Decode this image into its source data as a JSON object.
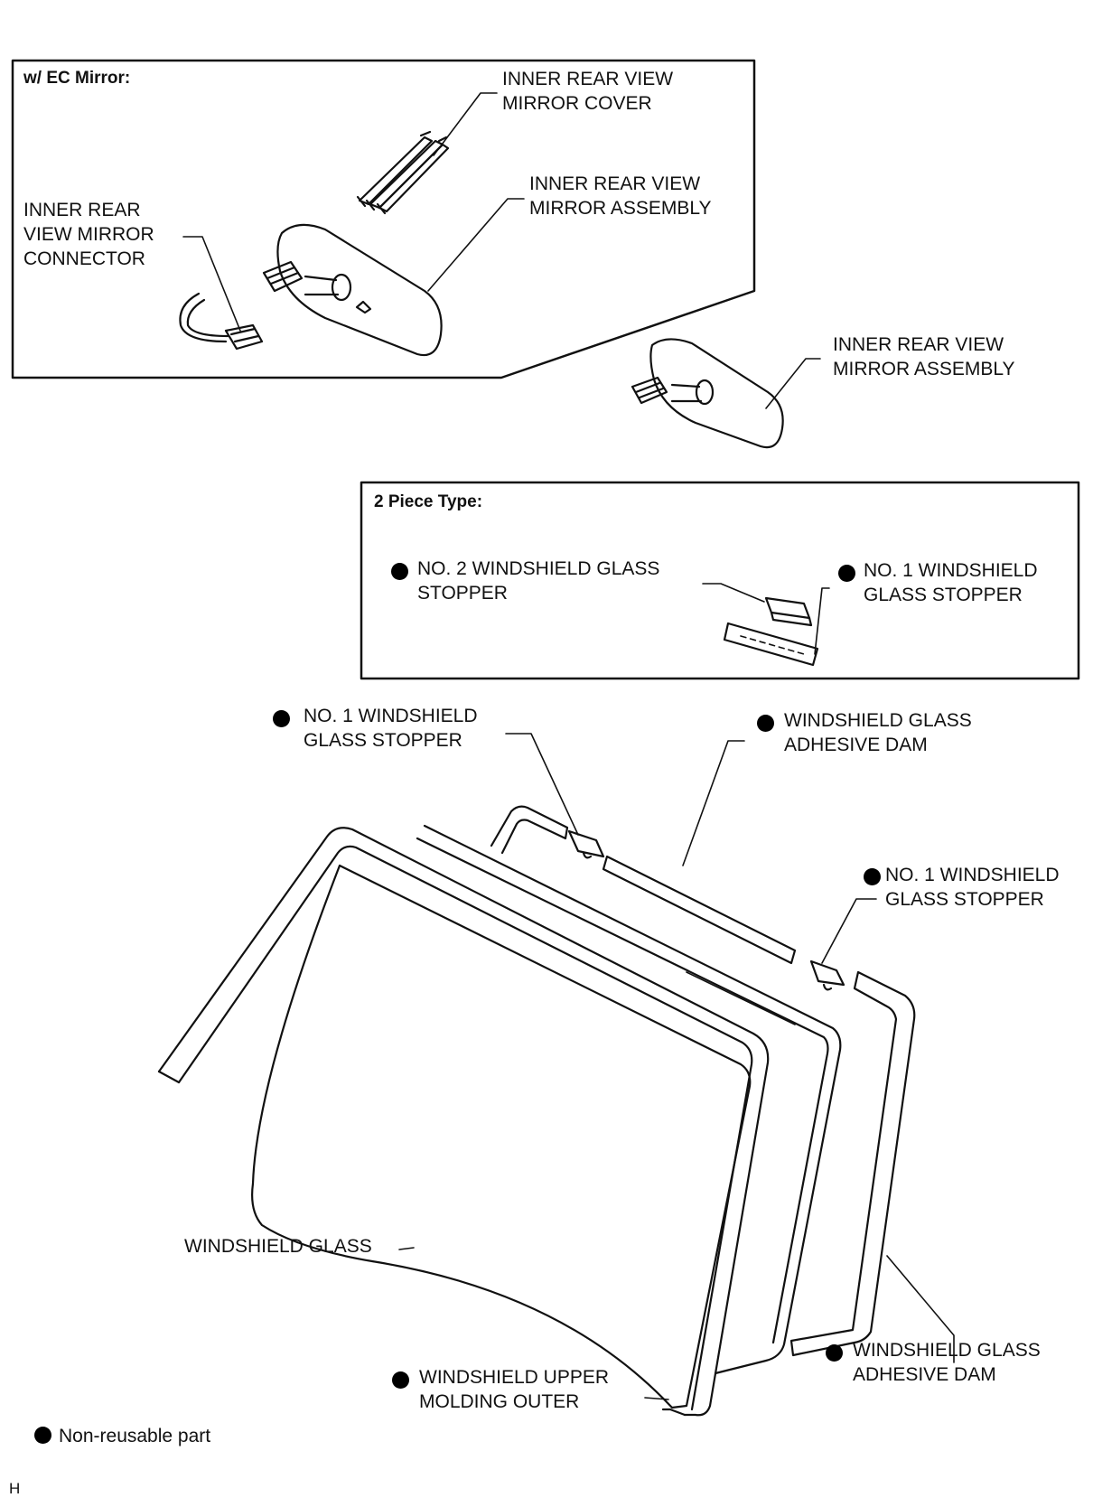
{
  "panels": {
    "ec_mirror_heading": "w/ EC Mirror:",
    "piece_type_heading": "2 Piece Type:"
  },
  "labels": {
    "mirror_cover": [
      "INNER REAR VIEW",
      "MIRROR COVER"
    ],
    "mirror_assembly_ec": [
      "INNER REAR VIEW",
      "MIRROR ASSEMBLY"
    ],
    "mirror_connector": [
      "INNER REAR",
      "VIEW MIRROR",
      "CONNECTOR"
    ],
    "mirror_assembly": [
      "INNER REAR VIEW",
      "MIRROR ASSEMBLY"
    ],
    "no2_stopper": [
      "NO. 2 WINDSHIELD GLASS",
      "STOPPER"
    ],
    "no1_stopper_box": [
      "NO. 1   WINDSHIELD",
      "GLASS STOPPER"
    ],
    "no1_stopper_left": [
      "NO. 1 WINDSHIELD",
      "GLASS STOPPER"
    ],
    "adhesive_dam_top": [
      "WINDSHIELD GLASS",
      "ADHESIVE DAM"
    ],
    "no1_stopper_right": [
      "NO. 1 WINDSHIELD",
      "GLASS STOPPER"
    ],
    "windshield_glass": "WINDSHIELD GLASS",
    "adhesive_dam_bottom": [
      "WINDSHIELD GLASS",
      "ADHESIVE DAM"
    ],
    "upper_molding": [
      "WINDSHIELD UPPER",
      "MOLDING OUTER"
    ]
  },
  "legend": {
    "non_reusable": "Non-reusable part"
  },
  "footer_code": "H"
}
